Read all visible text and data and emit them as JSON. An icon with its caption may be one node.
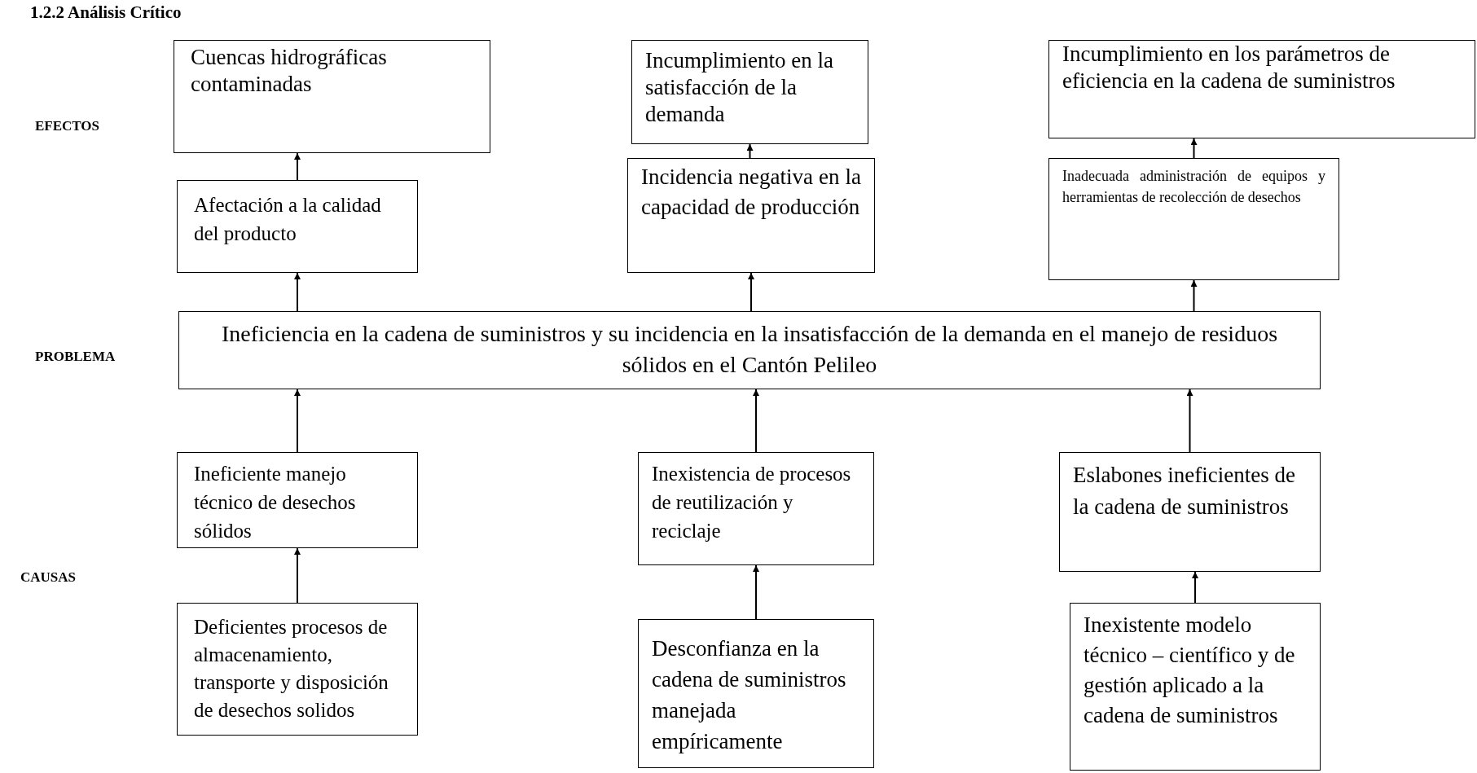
{
  "diagram": {
    "title": "1.2.2 Análisis Crítico",
    "nodes": [
      {
        "text": [
          "Cuencas hidrográficas contaminadas"
        ]
      },
      {
        "text": [
          "Incumplimiento en la satisfacción de la demanda"
        ]
      },
      {
        "text": [
          "Incumplimiento en los parámetros de eficiencia en la cadena de suministros"
        ]
      },
      {
        "text": [
          "Afectación a la calidad del producto"
        ]
      },
      {
        "text": [
          "Incidencia negativa en la capacidad de producción"
        ]
      },
      {
        "text": [
          "Inadecuada administración de equipos y herramientas de recolección de desechos"
        ]
      },
      {
        "text": [
          "Ineficiencia en la cadena de suministros y su incidencia en la insatisfacción de la demanda en el manejo de residuos sólidos en el Cantón Pelileo"
        ]
      },
      {
        "text": [
          "Ineficiente manejo técnico de desechos sólidos"
        ]
      },
      {
        "text": [
          "Inexistencia de procesos de reutilización y reciclaje"
        ]
      },
      {
        "text": [
          "Eslabones ineficientes de la cadena de suministros"
        ]
      },
      {
        "text": [
          "Deficientes procesos de almacenamiento, transporte y disposición de desechos solidos"
        ]
      },
      {
        "text": [
          "Desconfianza en la cadena de suministros manejada empíricamente"
        ]
      },
      {
        "text": [
          "Inexistente modelo técnico – científico y de gestión aplicado a la cadena de suministros"
        ]
      }
    ],
    "edges": [
      {
        "from": 3,
        "to": 0,
        "arrow": "to"
      },
      {
        "from": 4,
        "to": 1,
        "arrow": "to"
      },
      {
        "from": 5,
        "to": 2,
        "arrow": "to"
      },
      {
        "from": 6,
        "to": 3,
        "arrow": "to"
      },
      {
        "from": 6,
        "to": 4,
        "arrow": "to"
      },
      {
        "from": 6,
        "to": 5,
        "arrow": "to"
      },
      {
        "from": 7,
        "to": 6,
        "arrow": "to"
      },
      {
        "from": 8,
        "to": 6,
        "arrow": "to"
      },
      {
        "from": 9,
        "to": 6,
        "arrow": "to"
      },
      {
        "from": 10,
        "to": 7,
        "arrow": "to"
      },
      {
        "from": 11,
        "to": 8,
        "arrow": "to"
      },
      {
        "from": 12,
        "to": 9,
        "arrow": "to"
      }
    ],
    "labels": [
      "EFECTOS",
      "PROBLEMA",
      "CAUSAS"
    ]
  }
}
